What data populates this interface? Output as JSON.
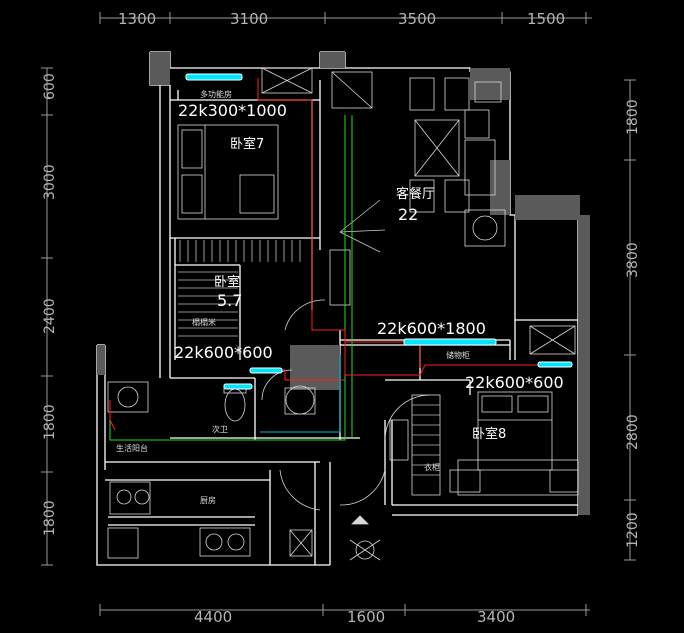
{
  "colors": {
    "background": "#000000",
    "wall": "#ffffff",
    "dim": "#b4b4b4",
    "ac_unit": "#00e5ff",
    "pipe_red": "#ff2020",
    "pipe_green": "#20e020"
  },
  "dims_top": [
    "1300",
    "3100",
    "3500",
    "1500"
  ],
  "dims_bottom": [
    "4400",
    "1600",
    "3400"
  ],
  "dims_left": [
    "600",
    "3000",
    "2400",
    "1800",
    "1800"
  ],
  "dims_right": [
    "1800",
    "3800",
    "2800",
    "1200"
  ],
  "rooms": {
    "multi_room": "多功能房",
    "bedroom7_label": "卧室7",
    "living_label": "客餐厅",
    "living_area": "22",
    "bedroom57_label": "卧室",
    "bedroom57_area": "5.7",
    "bedroom8_label": "卧室8",
    "balcony": "生活阳台",
    "kitchen": "厨房",
    "bathroom": "次卫",
    "tatami": "榻榻米",
    "cabinet1": "储物柜",
    "cabinet2": "衣柜"
  },
  "ac_units": {
    "a": "22k300*1000",
    "b": "22k600*1800",
    "c": "22k600*600",
    "d": "22k600*600"
  }
}
